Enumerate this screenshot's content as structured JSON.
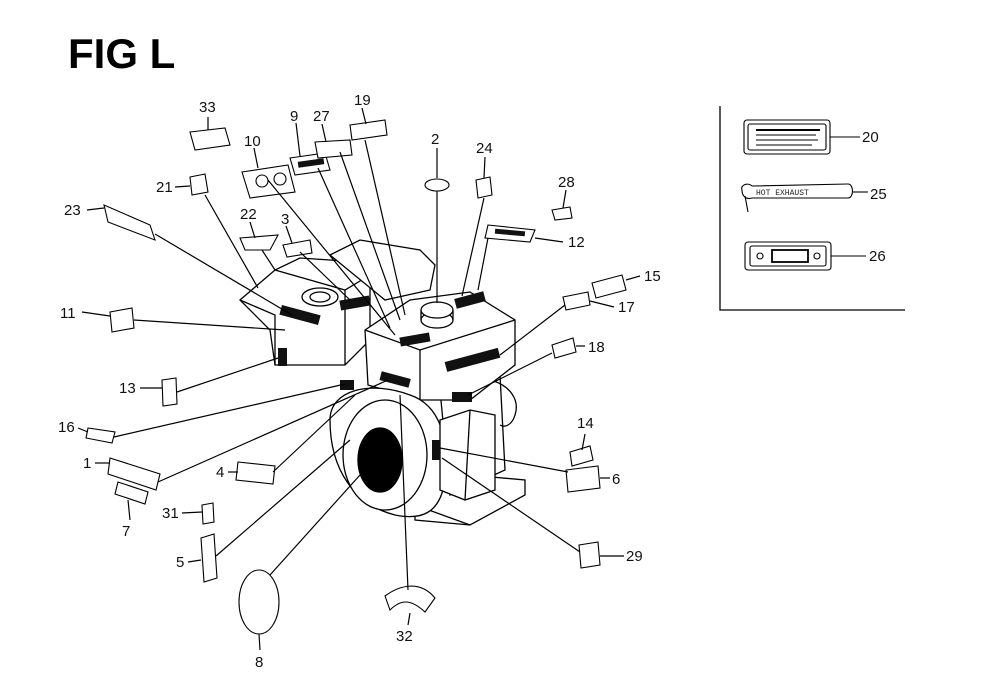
{
  "title": "FIG L",
  "callouts": [
    {
      "id": "1",
      "label": "1"
    },
    {
      "id": "2",
      "label": "2"
    },
    {
      "id": "3",
      "label": "3"
    },
    {
      "id": "4",
      "label": "4"
    },
    {
      "id": "5",
      "label": "5"
    },
    {
      "id": "6",
      "label": "6"
    },
    {
      "id": "7",
      "label": "7"
    },
    {
      "id": "8",
      "label": "8"
    },
    {
      "id": "9",
      "label": "9"
    },
    {
      "id": "10",
      "label": "10"
    },
    {
      "id": "11",
      "label": "11"
    },
    {
      "id": "12",
      "label": "12"
    },
    {
      "id": "13",
      "label": "13"
    },
    {
      "id": "14",
      "label": "14"
    },
    {
      "id": "15",
      "label": "15"
    },
    {
      "id": "16",
      "label": "16"
    },
    {
      "id": "17",
      "label": "17"
    },
    {
      "id": "18",
      "label": "18"
    },
    {
      "id": "19",
      "label": "19"
    },
    {
      "id": "20",
      "label": "20"
    },
    {
      "id": "21",
      "label": "21"
    },
    {
      "id": "22",
      "label": "22"
    },
    {
      "id": "23",
      "label": "23"
    },
    {
      "id": "24",
      "label": "24"
    },
    {
      "id": "25",
      "label": "25"
    },
    {
      "id": "26",
      "label": "26"
    },
    {
      "id": "27",
      "label": "27"
    },
    {
      "id": "28",
      "label": "28"
    },
    {
      "id": "29",
      "label": "29"
    },
    {
      "id": "31",
      "label": "31"
    },
    {
      "id": "32",
      "label": "32"
    },
    {
      "id": "33",
      "label": "33"
    }
  ],
  "inset": {
    "label_25_text": "HOT EXHAUST"
  }
}
